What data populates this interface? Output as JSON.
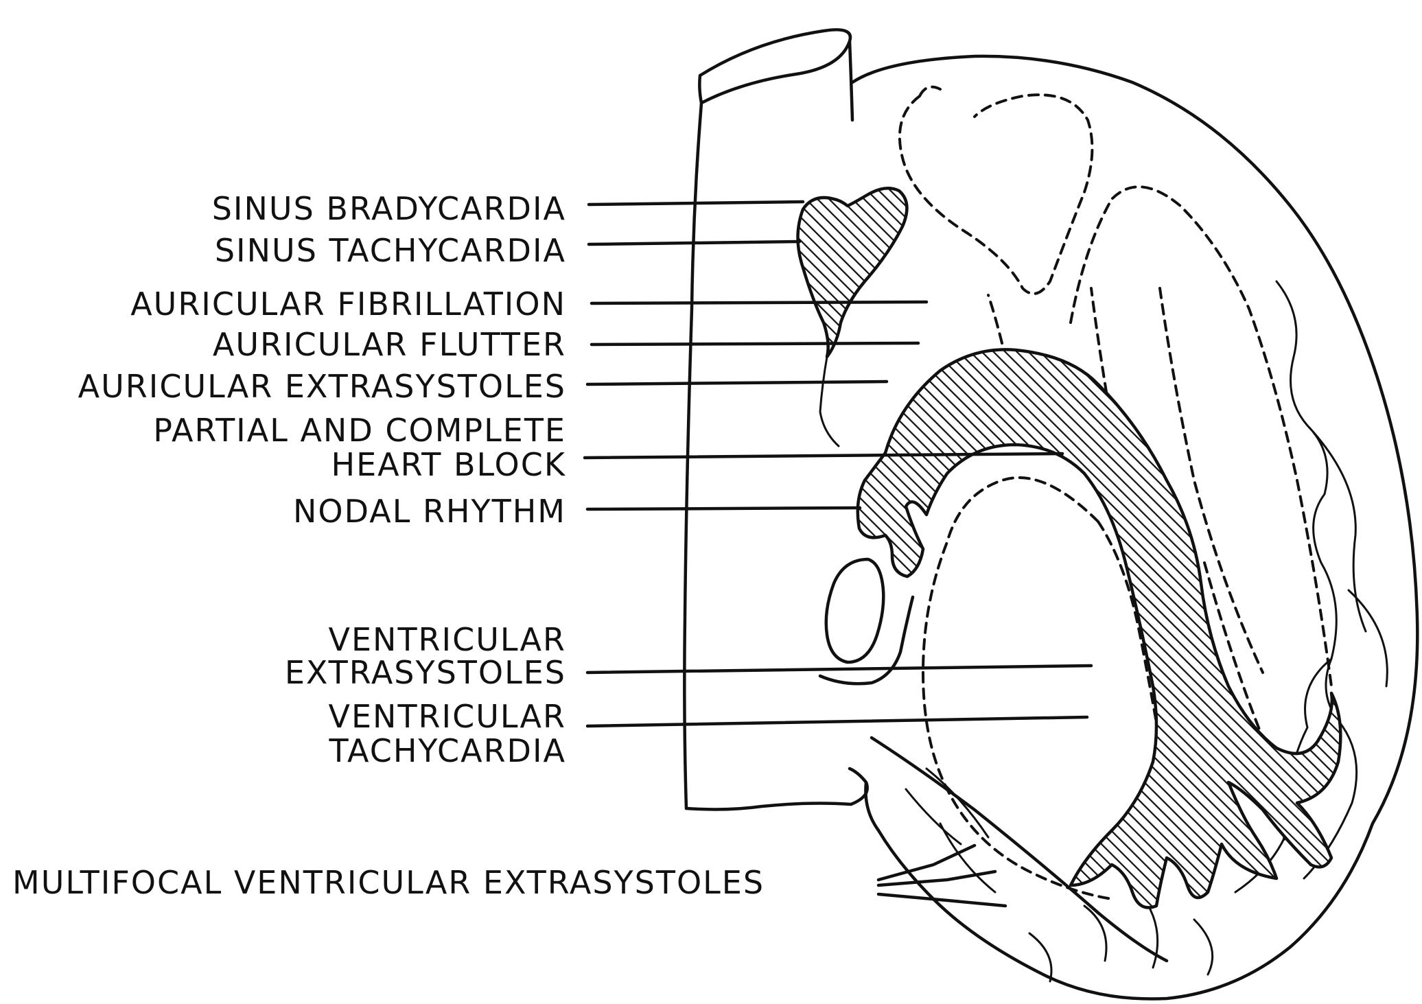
{
  "labels": {
    "sinus_bradycardia": "SINUS BRADYCARDIA",
    "sinus_tachycardia": "SINUS TACHYCARDIA",
    "auricular_fibrillation": "AURICULAR FIBRILLATION",
    "auricular_flutter": "AURICULAR FLUTTER",
    "auricular_extrasystoles": "AURICULAR EXTRASYSTOLES",
    "heart_block_line1": "PARTIAL AND COMPLETE",
    "heart_block_line2": "HEART BLOCK",
    "nodal_rhythm": "NODAL RHYTHM",
    "ventricular_extrasystoles_line1": "VENTRICULAR",
    "ventricular_extrasystoles_line2": "EXTRASYSTOLES",
    "ventricular_tachycardia_line1": "VENTRICULAR",
    "ventricular_tachycardia_line2": "TACHYCARDIA",
    "multifocal": "MULTIFOCAL VENTRICULAR EXTRASYSTOLES"
  },
  "colors": {
    "ink": "#111111",
    "paper": "#ffffff"
  }
}
